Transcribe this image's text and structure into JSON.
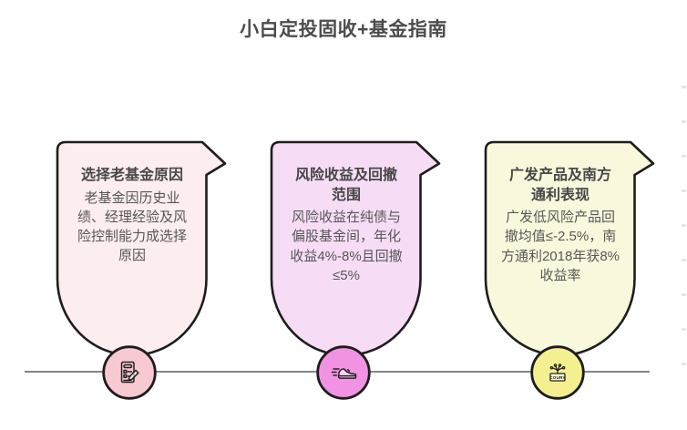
{
  "page": {
    "title": "小白定投固收+基金指南"
  },
  "cards": [
    {
      "title": "选择老基金原因",
      "body": "老基金因历史业绩、经理经验及风险控制能力成选择原因",
      "fill": "#fcedee",
      "icon_fill": "#f7c9d0",
      "icon": "checklist-pencil-icon",
      "icon_label": ""
    },
    {
      "title": "风险收益及回撤范围",
      "body": "风险收益在纯债与偏股基金间，年化收益4%-8%且回撤≤5%",
      "fill": "#f6dcf4",
      "icon_fill": "#f292e2",
      "icon": "running-shoe-icon",
      "icon_label": ""
    },
    {
      "title": "广发产品及南方通利表现",
      "body": "广发低风险产品回撤均值≤-2.5%，南方通利2018年获8%收益率",
      "fill": "#faf8dc",
      "icon_fill": "#f4ef90",
      "icon": "network-sign-icon",
      "icon_label": "COURY"
    }
  ],
  "colors": {
    "outline": "#1d1d1d",
    "page_title_text": "#4c4c4c",
    "card_title_text": "#474747",
    "card_body_text": "#575757",
    "baseline": "#858585"
  }
}
